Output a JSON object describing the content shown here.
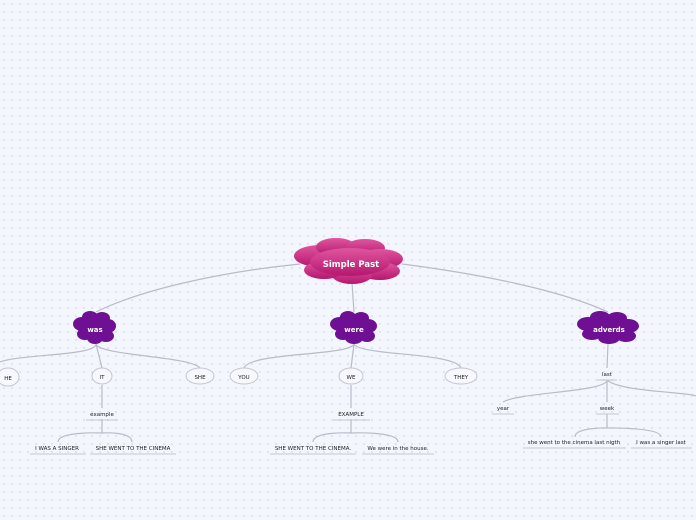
{
  "root": {
    "label": "Simple Past",
    "color": "#c81e7e"
  },
  "branch_color": "#6e0f94",
  "line_color": "#b9bcc8",
  "branches": [
    {
      "label": "was",
      "pronouns": [
        "HE",
        "IT",
        "SHE"
      ],
      "sub": "example",
      "examples": [
        "I WAS A SINGER",
        "SHE WENT TO THE CINEMA"
      ]
    },
    {
      "label": "were",
      "pronouns": [
        "YOU",
        "WE",
        "THEY"
      ],
      "sub": "EXAMPLE",
      "examples": [
        "SHE WENT TO THE CINEMA.",
        "We were in the house."
      ]
    },
    {
      "label": "adverds",
      "top": "last",
      "words": [
        "year",
        "week"
      ],
      "examples": [
        "she went to the cinema last nigth",
        "I was a singer last"
      ]
    }
  ]
}
